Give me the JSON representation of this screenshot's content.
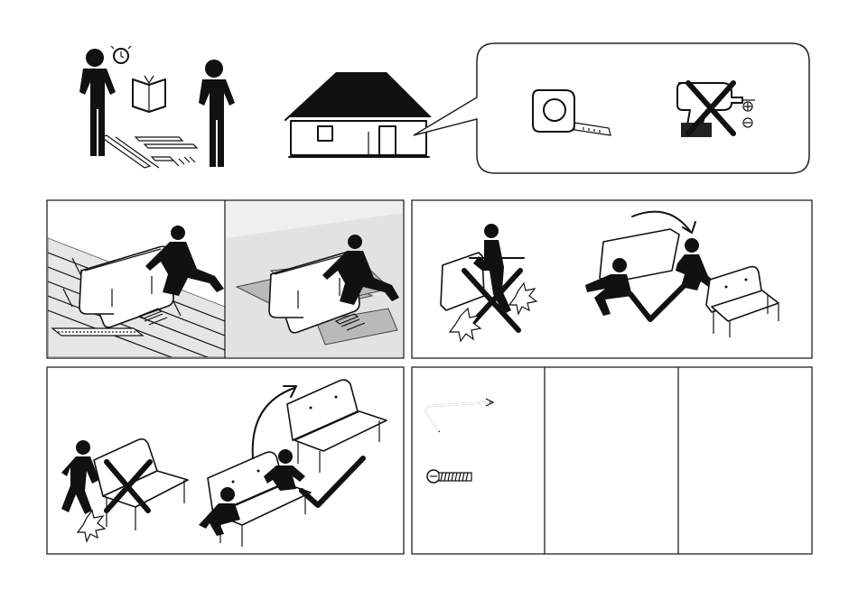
{
  "document": {
    "type": "assembly-instructions",
    "overview": {
      "icons": [
        "two-people-icon",
        "alarm-clock-icon",
        "manual-icon",
        "parts-icon",
        "house-icon"
      ],
      "tools_callout": {
        "allowed": [
          "tape-measure-icon"
        ],
        "forbidden": [
          "power-drill-icon"
        ],
        "screw_heads": [
          "phillips-head-icon",
          "flat-head-icon"
        ]
      }
    },
    "steps": [
      {
        "id": "unpack-on-protected-floor",
        "icons": [
          "person-kneeling-icon",
          "sofa-frame-icon",
          "wood-floor-icon",
          "carpet-icon"
        ]
      },
      {
        "id": "two-person-flip",
        "wrong": "single-person-lift",
        "right": "two-person-lift"
      },
      {
        "id": "two-person-carry",
        "wrong": "single-person-drag",
        "right": "two-person-carry"
      },
      {
        "id": "hardware",
        "items": [
          "allen-key-icon",
          "bolt-icon"
        ],
        "empty_cells": 2
      }
    ]
  }
}
